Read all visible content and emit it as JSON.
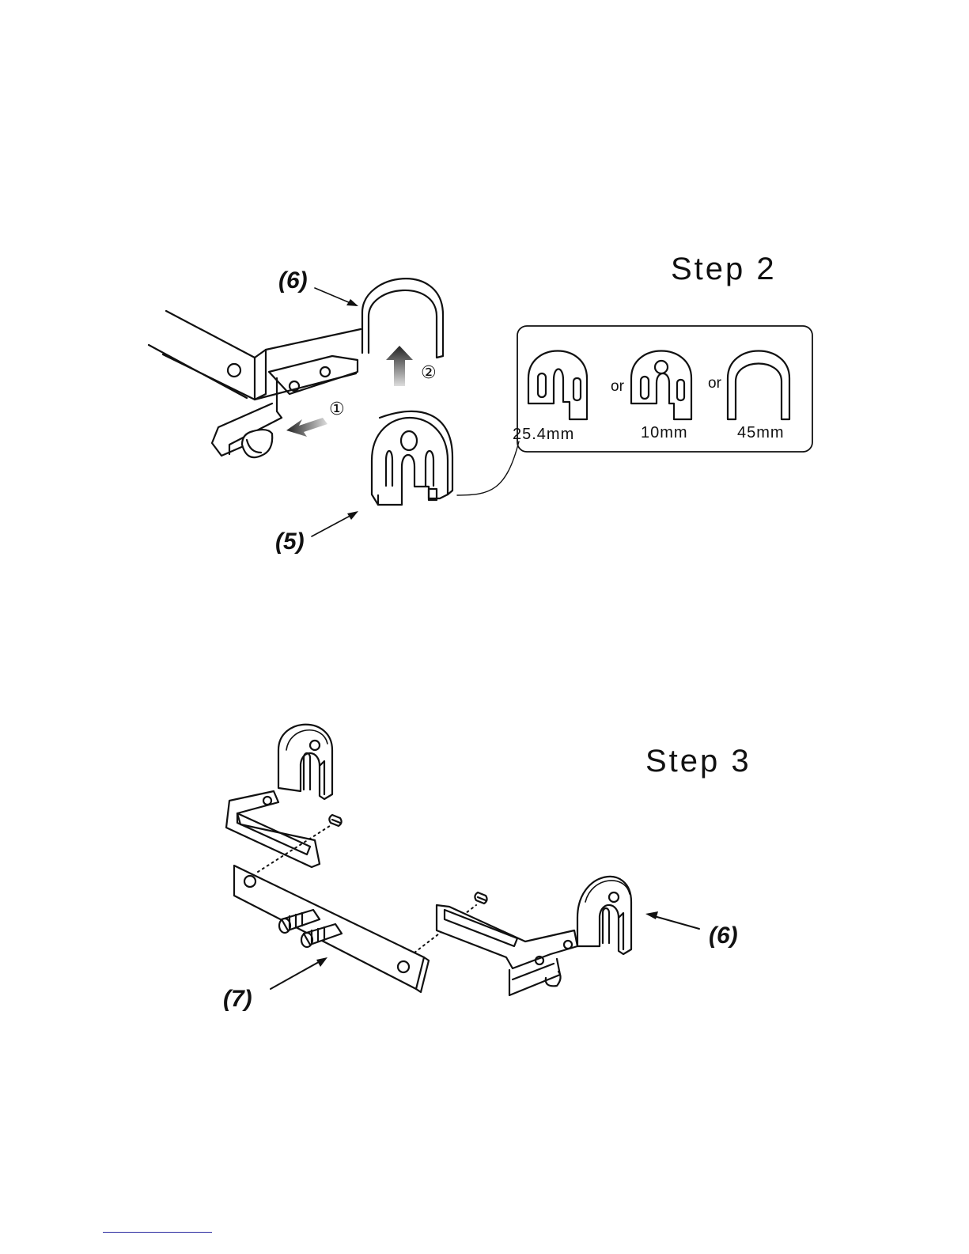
{
  "steps": {
    "step2": {
      "title": "Step 2"
    },
    "step3": {
      "title": "Step 3"
    }
  },
  "labels": {
    "part6": "(6)",
    "part5": "(5)",
    "part7": "(7)",
    "action1": "①",
    "action2": "②"
  },
  "inset": {
    "options": [
      {
        "size": "25.4mm"
      },
      {
        "size": "10mm"
      },
      {
        "size": "45mm"
      }
    ],
    "separator": "or"
  }
}
